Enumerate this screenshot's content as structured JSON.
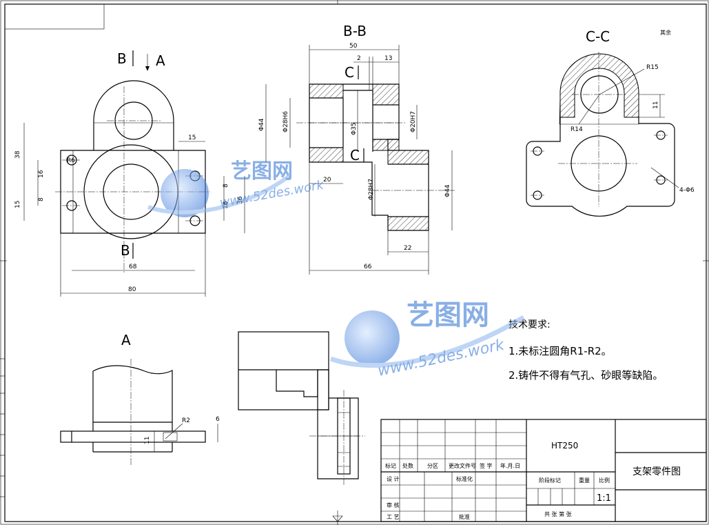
{
  "views": {
    "front": {
      "label_b_top": "B",
      "label_a_top": "A",
      "label_b_bottom": "B"
    },
    "section_bb": {
      "title": "B-B",
      "label_c_top": "C",
      "label_c_bottom": "C"
    },
    "section_cc": {
      "title": "C-C",
      "corner_mark": "其余"
    },
    "view_a": {
      "title": "A"
    }
  },
  "dimensions": {
    "front": {
      "d15_top": "15",
      "d38": "38",
      "d16_left": "16",
      "d8_left": "8",
      "d15_left": "15",
      "d8_right": "8",
      "d16_right": "16",
      "d36": "36",
      "d68": "68",
      "d80": "80",
      "r6": "R6"
    },
    "section_bb": {
      "d50": "50",
      "d2": "2",
      "d13": "13",
      "phi44_left": "Φ44",
      "phi28h6": "Φ28H6",
      "phi35": "Φ35",
      "phi20h7": "Φ20H7",
      "d20": "20",
      "phi28h7": "Φ28H7",
      "phi44_right": "Φ44",
      "d22": "22",
      "d66": "66"
    },
    "section_cc": {
      "r15": "R15",
      "r14": "R14",
      "d11": "11",
      "holes": "4-Φ6"
    },
    "view_a": {
      "r2": "R2",
      "d6": "6",
      "d11": "11"
    }
  },
  "tech_requirements": {
    "heading": "技术要求:",
    "items": [
      "1.未标注圆角R1-R2。",
      "2.铸件不得有气孔、砂眼等缺陷。"
    ]
  },
  "title_block": {
    "material": "HT250",
    "drawing_name": "支架零件图",
    "scale": "1:1",
    "headers": [
      "标记",
      "处数",
      "分区",
      "更改文件号",
      "签 字",
      "年.月.日"
    ],
    "design": "设 计",
    "standardize": "标准化",
    "stage_mark": "阶段标记",
    "weight": "重量",
    "ratio": "比例",
    "review": "审 核",
    "process": "工 艺",
    "approve": "批准",
    "sheets": "共    张    第    张"
  },
  "watermark": {
    "brand": "艺图网",
    "url": "www.52des.work"
  }
}
